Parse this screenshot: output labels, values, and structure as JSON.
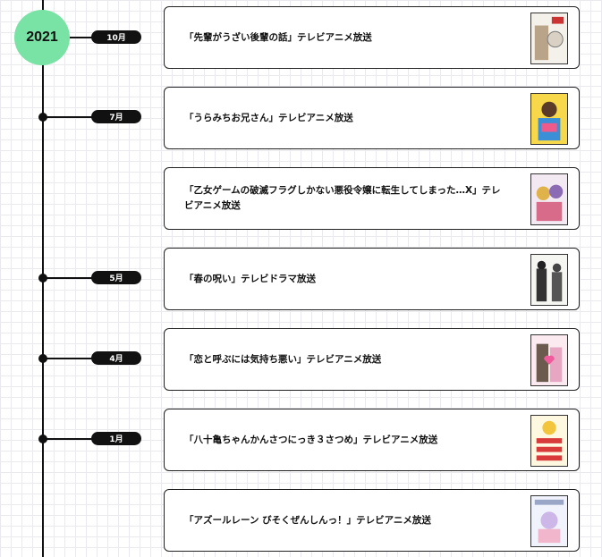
{
  "timeline": {
    "year": "2021",
    "entries": [
      {
        "month": "10月",
        "title": "「先輩がうざい後輩の話」テレビアニメ放送"
      },
      {
        "month": "7月",
        "title": "「うらみちお兄さん」テレビアニメ放送"
      },
      {
        "month": "",
        "title": "「乙女ゲームの破滅フラグしかない悪役令嬢に転生してしまった…X」テレビアニメ放送"
      },
      {
        "month": "5月",
        "title": "「春の呪い」テレビドラマ放送"
      },
      {
        "month": "4月",
        "title": "「恋と呼ぶには気持ち悪い」テレビアニメ放送"
      },
      {
        "month": "1月",
        "title": "「八十亀ちゃんかんさつにっき３さつめ」テレビアニメ放送"
      },
      {
        "month": "",
        "title": "「アズールレーン びそくぜんしんっ！」テレビアニメ放送"
      }
    ]
  }
}
